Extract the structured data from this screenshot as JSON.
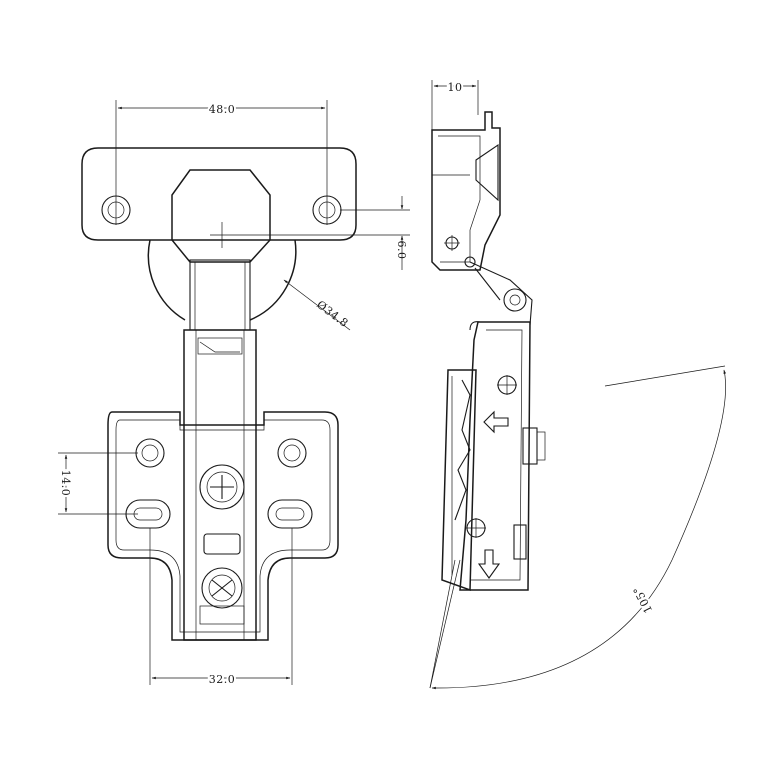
{
  "front_view": {
    "dims": {
      "cup_center_width": "48.0",
      "cup_offset": "6.0",
      "cup_diameter": "Ø34.8",
      "plate_hole_height": "14.0",
      "plate_width": "32.0"
    }
  },
  "side_view": {
    "dims": {
      "depth": "10",
      "opening_angle": "105°"
    }
  }
}
